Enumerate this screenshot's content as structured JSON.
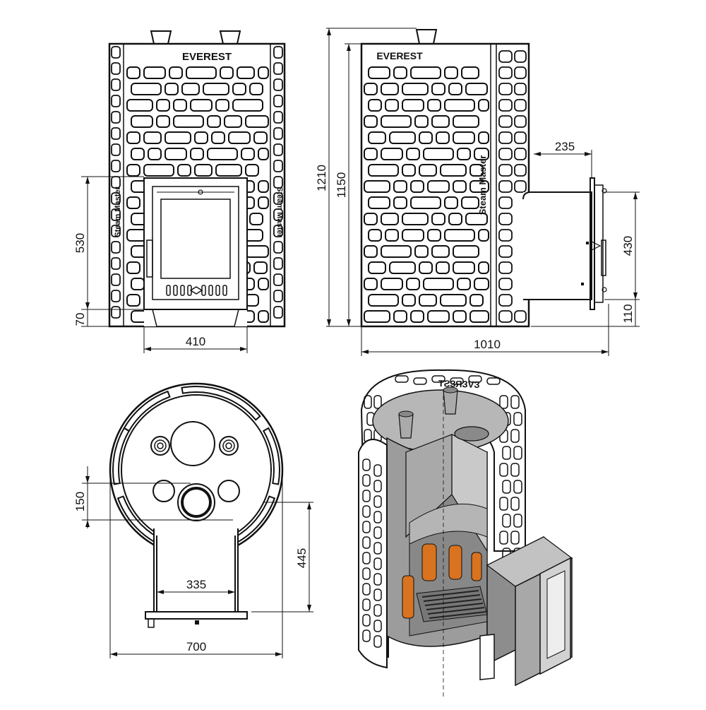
{
  "colors": {
    "line": "#111111",
    "steel": "#9a9a9a",
    "steel_light": "#c4c4c4",
    "steel_dark": "#6e6e6e",
    "fire": "#d9731f"
  },
  "labels": {
    "brand": "EVEREST",
    "brand_mirrored": "TƧЗЯЗVЗ",
    "model": "Steam Master"
  },
  "dimensions": {
    "front_door_height": "530",
    "front_base_height": "70",
    "front_door_width": "410",
    "overall_height": "1210",
    "body_height": "1150",
    "tunnel_offset": "235",
    "tunnel_height": "430",
    "tunnel_base": "110",
    "overall_depth": "1010",
    "flue_offset": "150",
    "top_to_door": "445",
    "tunnel_width": "335",
    "diameter": "700"
  }
}
